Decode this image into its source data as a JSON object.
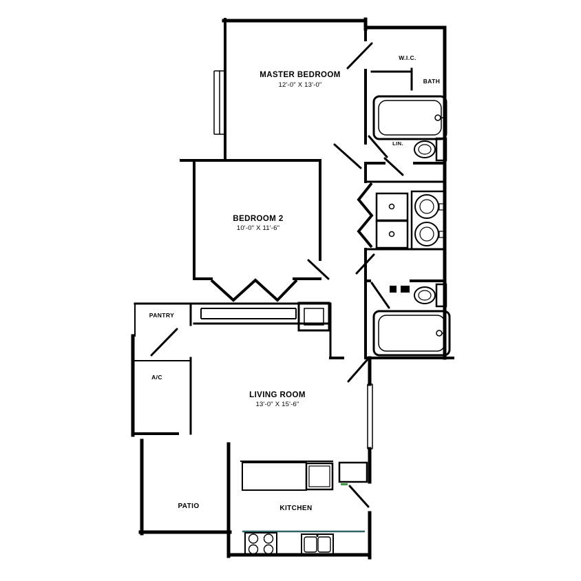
{
  "colors": {
    "background": "#ffffff",
    "wall": "#000000",
    "counter_edge": "#2e6363",
    "accent_green": "#3f9b3f"
  },
  "rooms": {
    "master_bedroom": {
      "name": "MASTER BEDROOM",
      "dims": "12'-0\" X 13'-0\""
    },
    "wic": {
      "name": "W.I.C."
    },
    "master_bath": {
      "name": "BATH"
    },
    "linen": {
      "name": "LIN."
    },
    "bedroom_2": {
      "name": "BEDROOM 2",
      "dims": "10'-0\" X 11'-6\""
    },
    "pantry": {
      "name": "PANTRY"
    },
    "utility": {
      "name": "A/C"
    },
    "living_room": {
      "name": "LIVING ROOM",
      "dims": "13'-0\" X 15'-6\""
    },
    "patio": {
      "name": "PATIO"
    },
    "kitchen": {
      "name": "KITCHEN"
    }
  },
  "fixtures": {
    "master_bath": [
      "bathtub",
      "toilet",
      "double-vanity-sinks"
    ],
    "laundry_closet": [
      "stacked-washer",
      "stacked-dryer",
      "bifold-doors"
    ],
    "bath_2": [
      "toilet",
      "bathtub"
    ],
    "bedroom_2_closet": [
      "bifold-doors",
      "shelf",
      "cabinet"
    ],
    "kitchen": [
      "counter",
      "refrigerator",
      "cabinet",
      "range-4-burner",
      "double-sink"
    ]
  }
}
